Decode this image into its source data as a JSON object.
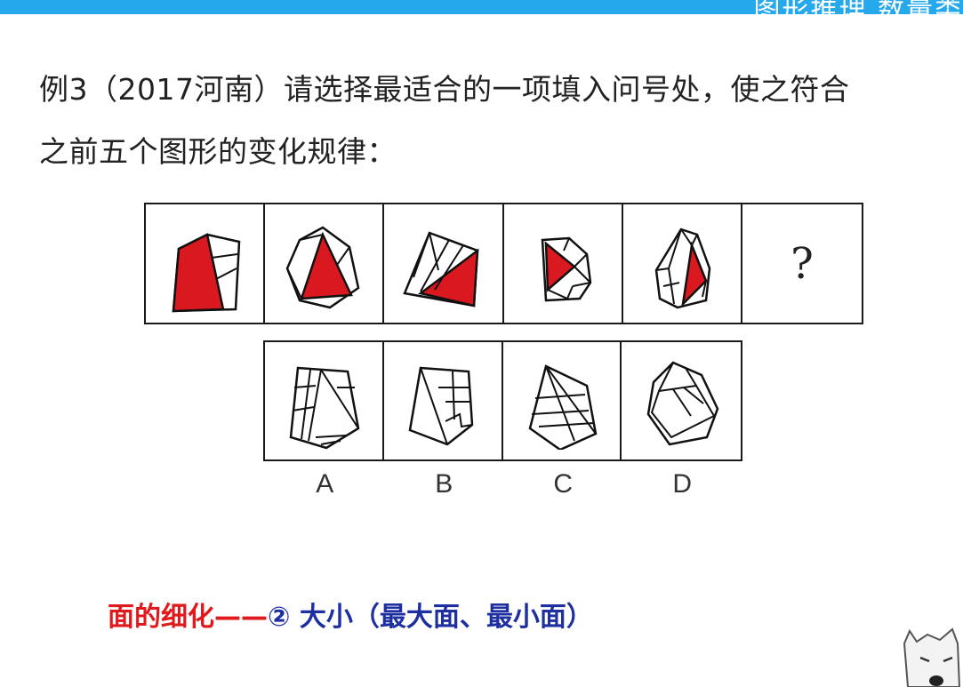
{
  "header": {
    "band_title": "图形推理 数量类"
  },
  "question": {
    "line1": "例3（2017河南）请选择最适合的一项填入问号处，使之符合",
    "line2": "之前五个图形的变化规律："
  },
  "sequence": {
    "placeholder": "?"
  },
  "options": [
    "A",
    "B",
    "C",
    "D"
  ],
  "footer": {
    "topic": "面的细化——",
    "marker": "②",
    "detail": "大小（最大面、最小面）"
  },
  "colors": {
    "highlight_face": "#d9191f",
    "title_band": "#25a8ec",
    "topic_red": "#e0191c",
    "detail_blue": "#1e2fa0"
  }
}
